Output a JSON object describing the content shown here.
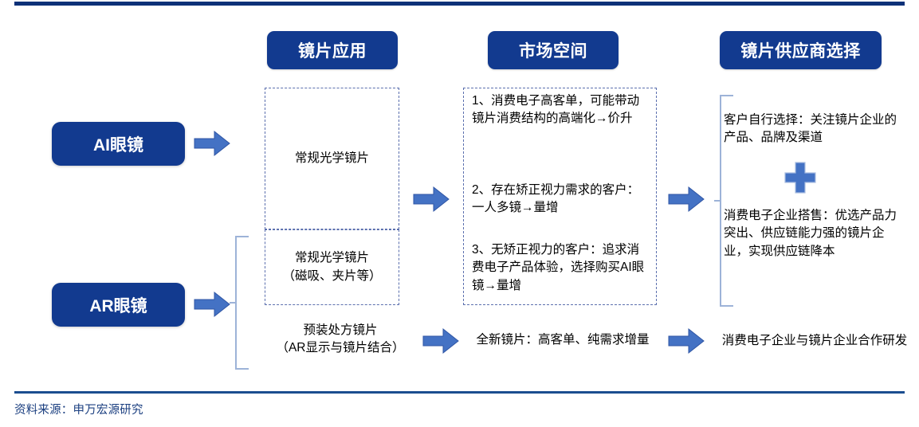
{
  "figure": {
    "top_rule_color": "#0c3178",
    "accent_blue": "#123a8f",
    "arrow_blue": "#4472c4",
    "bracket_blue": "#9db3d8",
    "dashed_border": "#5b6fae"
  },
  "columns": {
    "lens_application": {
      "title": "镜片应用"
    },
    "market_space": {
      "title": "市场空间"
    },
    "supplier_selection": {
      "title": "镜片供应商选择"
    }
  },
  "sources": [
    {
      "label": "AI眼镜"
    },
    {
      "label": "AR眼镜"
    }
  ],
  "lens_application_items": [
    {
      "text": "常规光学镜片"
    },
    {
      "text": "常规光学镜片\n（磁吸、夹片等）"
    },
    {
      "text": "预装处方镜片\n（AR显示与镜片结合）"
    }
  ],
  "market_space_items": [
    {
      "text": "1、消费电子高客单，可能带动镜片消费结构的高端化→价升"
    },
    {
      "text": "2、存在矫正视力需求的客户：一人多镜→量增"
    },
    {
      "text": "3、无矫正视力的客户：追求消费电子产品体验，选择购买AI眼镜→量增"
    },
    {
      "text": "全新镜片：高客单、纯需求增量"
    }
  ],
  "supplier_items": [
    {
      "text": "客户自行选择：关注镜片企业的产品、品牌及渠道"
    },
    {
      "text": "消费电子企业搭售：优选产品力突出、供应链能力强的镜片企业，实现供应链降本"
    },
    {
      "text": "消费电子企业与镜片企业合作研发"
    }
  ],
  "plus_icon": {
    "name": "plus-icon"
  },
  "arrows": [
    {
      "name": "arrow-ai-to-lens"
    },
    {
      "name": "arrow-ar-to-lens"
    },
    {
      "name": "arrow-lens-to-market"
    },
    {
      "name": "arrow-lens-to-market-bottom"
    },
    {
      "name": "arrow-market-to-supplier"
    },
    {
      "name": "arrow-market-to-supplier-bottom"
    }
  ],
  "footer": {
    "source_label": "资料来源：申万宏源研究"
  }
}
